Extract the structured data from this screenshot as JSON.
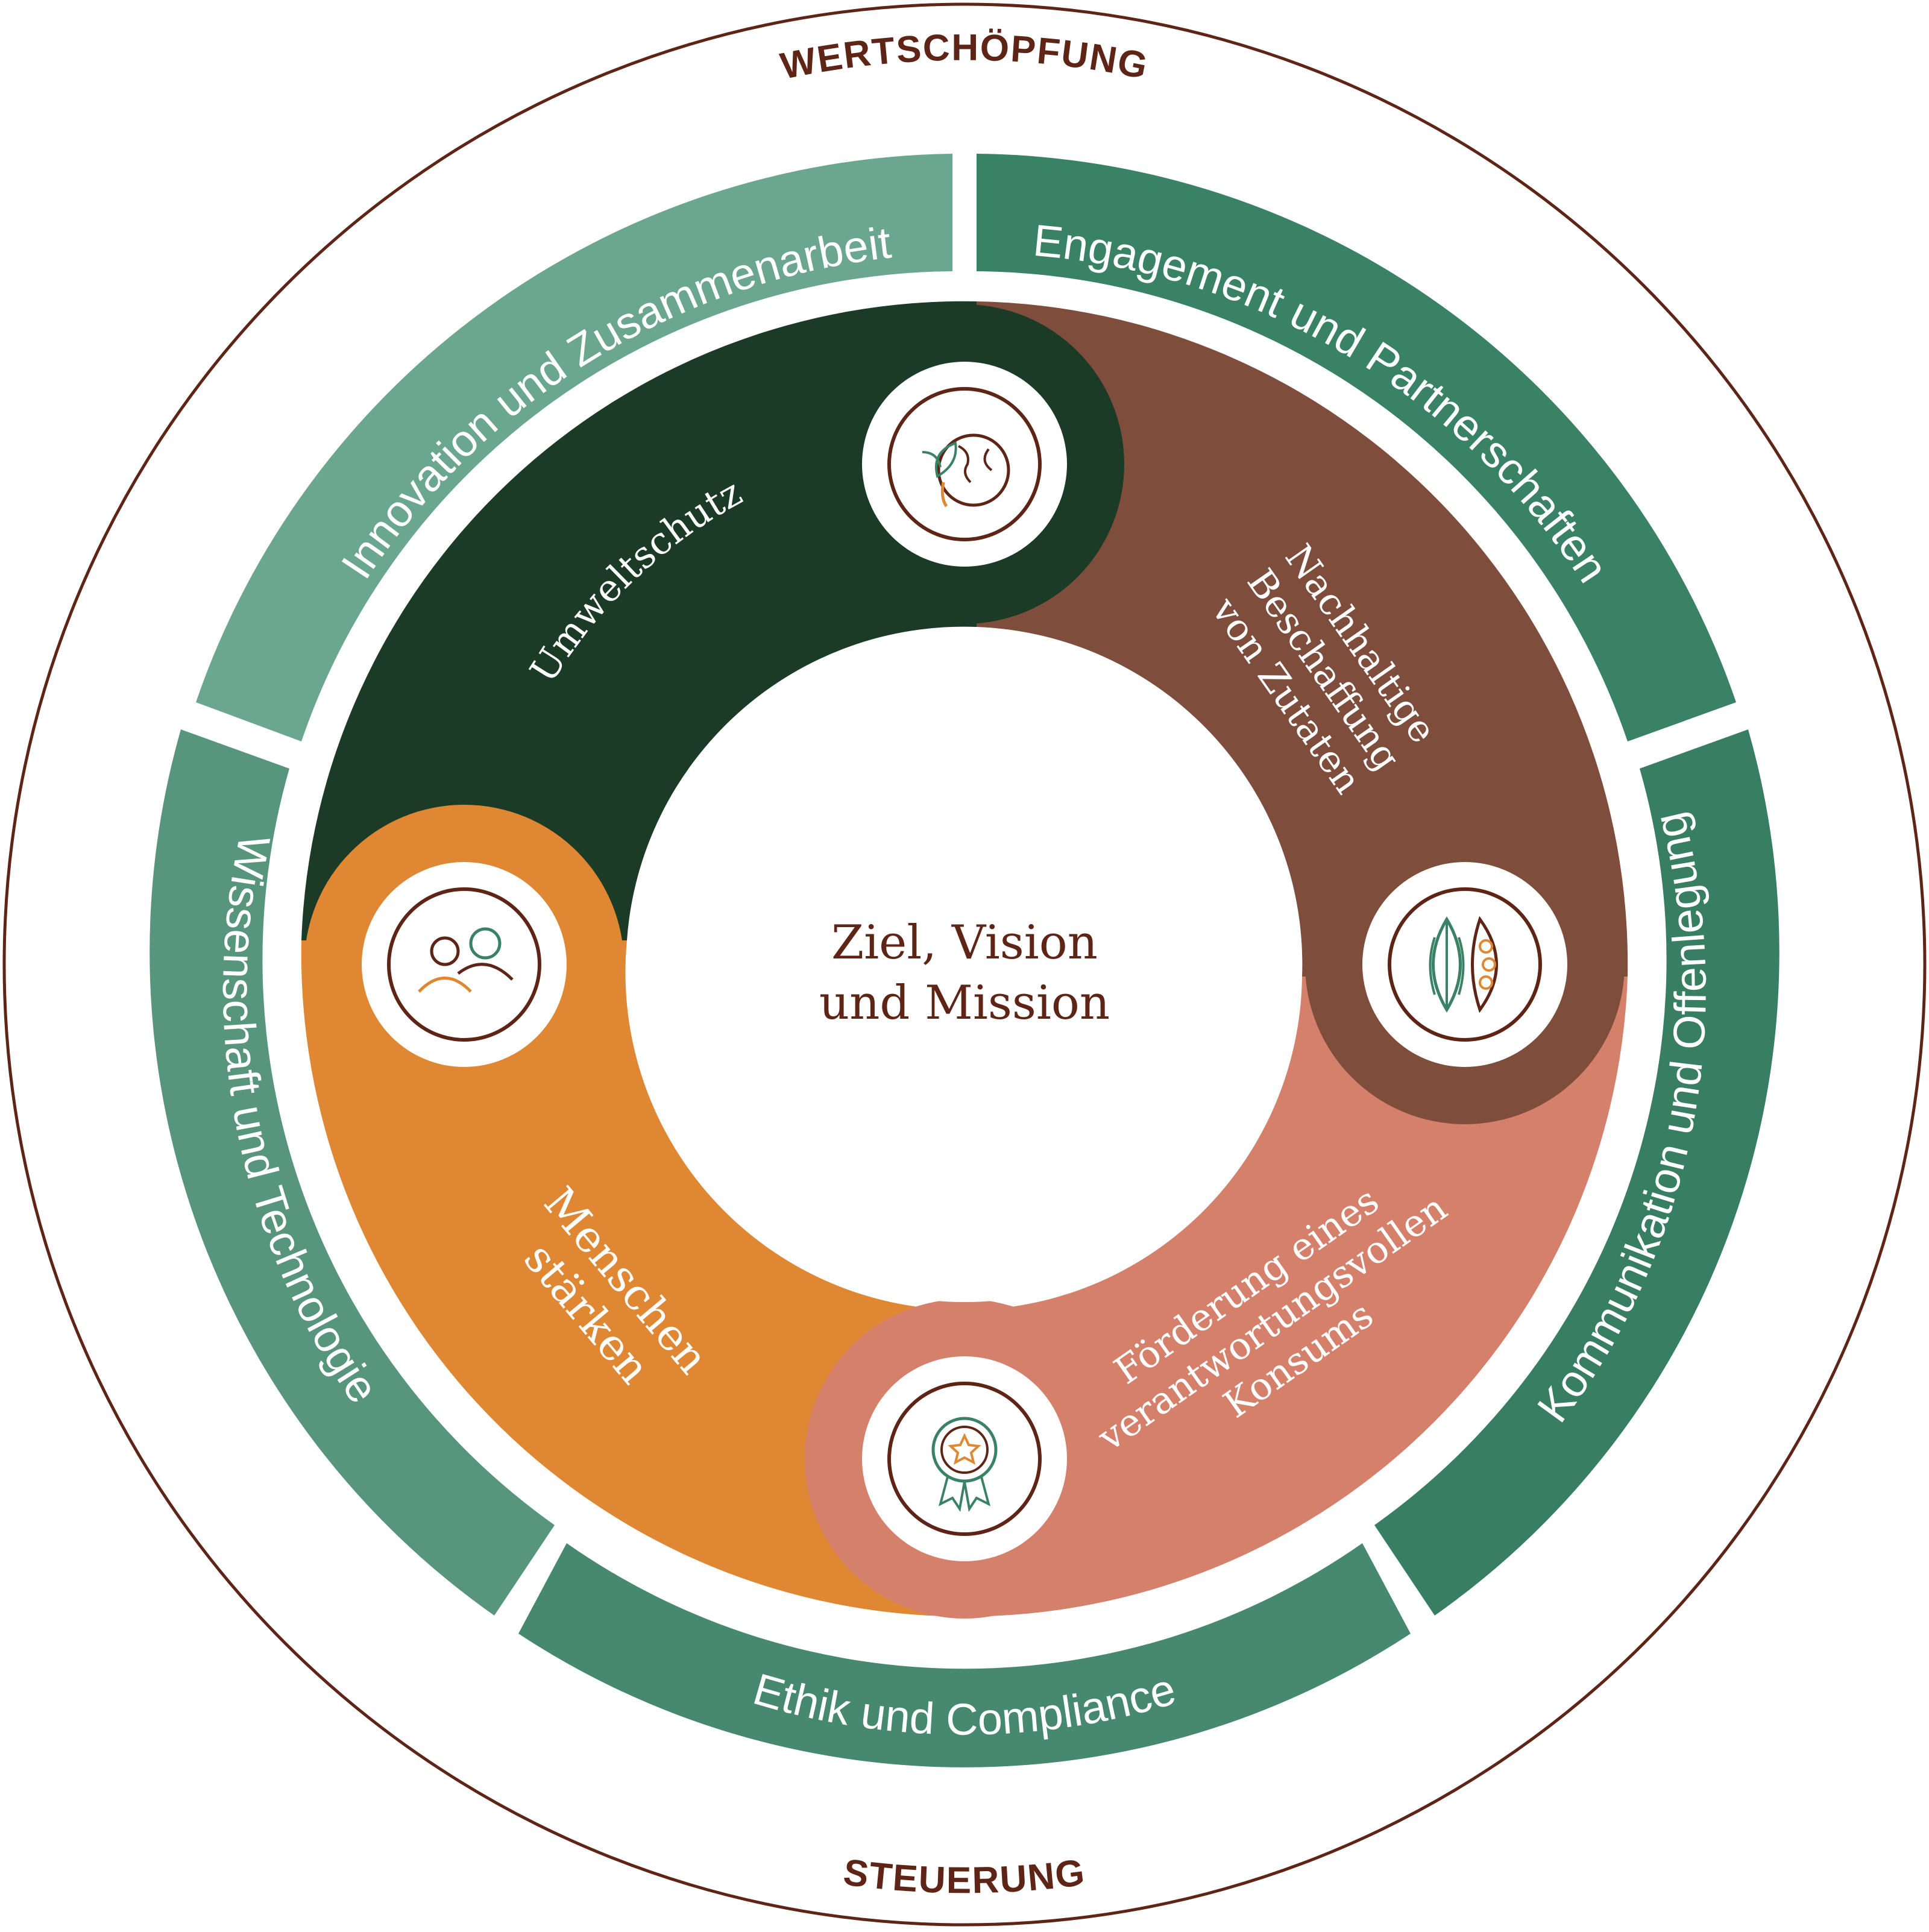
{
  "outer_ring": {
    "top_label": "WERTSCHÖPFUNG",
    "bottom_label": "STEUERUNG"
  },
  "segments": [
    {
      "id": "innovation",
      "label": "Innovation und Zusammenarbeit",
      "color": "#6ba690"
    },
    {
      "id": "engagement",
      "label": "Engagement und Partnerschaften",
      "color": "#3a8266"
    },
    {
      "id": "kommunikation",
      "label": "Kommunikation und Offenlegung",
      "color": "#377e62"
    },
    {
      "id": "ethik",
      "label": "Ethik und Compliance",
      "color": "#468870"
    },
    {
      "id": "wissenschaft",
      "label": "Wissenschaft und Technologie",
      "color": "#57957d"
    }
  ],
  "pillars": [
    {
      "id": "umweltschutz",
      "lines": [
        "Umweltschutz"
      ],
      "color": "#1b3b27",
      "icon": "globe-plant-icon"
    },
    {
      "id": "beschaffung",
      "lines": [
        "Nachhaltige",
        "Beschaffung",
        "von Zutaten"
      ],
      "color": "#7f4d3c",
      "icon": "cocoa-pod-icon"
    },
    {
      "id": "konsum",
      "lines": [
        "Förderung eines",
        "verantwortungsvollen",
        "Konsums"
      ],
      "color": "#d5806b",
      "icon": "award-badge-icon"
    },
    {
      "id": "menschen",
      "lines": [
        "Menschen",
        "stärken"
      ],
      "color": "#df8733",
      "icon": "people-icon"
    }
  ],
  "center": {
    "line1": "Ziel, Vision",
    "line2": "und Mission"
  },
  "colors": {
    "outline": "#5e2516",
    "icon_brown": "#5e2516",
    "icon_green": "#3a8266",
    "icon_orange": "#df8733"
  }
}
